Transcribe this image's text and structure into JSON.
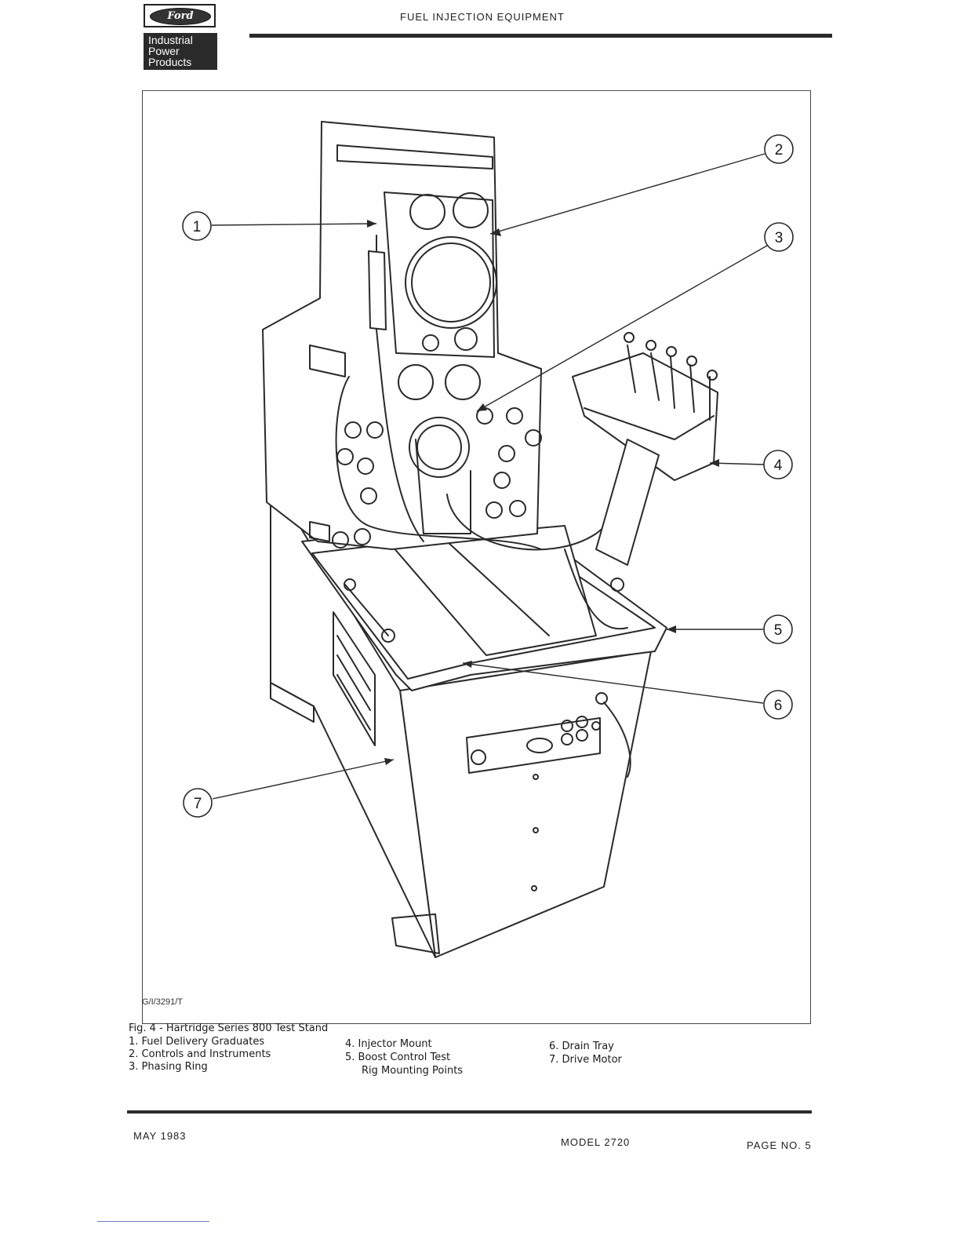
{
  "header": {
    "ford_logo_text": "Ford",
    "ipp_lines": [
      "Industrial",
      "Power",
      "Products"
    ],
    "title": "FUEL INJECTION EQUIPMENT"
  },
  "figure": {
    "code": "G/I/3291/T",
    "callouts": [
      "1",
      "2",
      "3",
      "4",
      "5",
      "6",
      "7"
    ]
  },
  "caption": {
    "title": "Fig. 4 - Hartridge Series 800 Test Stand",
    "items": [
      "1. Fuel Delivery Graduates",
      "2. Controls and Instruments",
      "3. Phasing Ring",
      "4. Injector Mount",
      "5. Boost Control Test",
      "Rig Mounting Points",
      "6. Drain Tray",
      "7. Drive Motor"
    ]
  },
  "footer": {
    "date": "MAY 1983",
    "model": "MODEL 2720",
    "page": "PAGE NO. 5"
  }
}
